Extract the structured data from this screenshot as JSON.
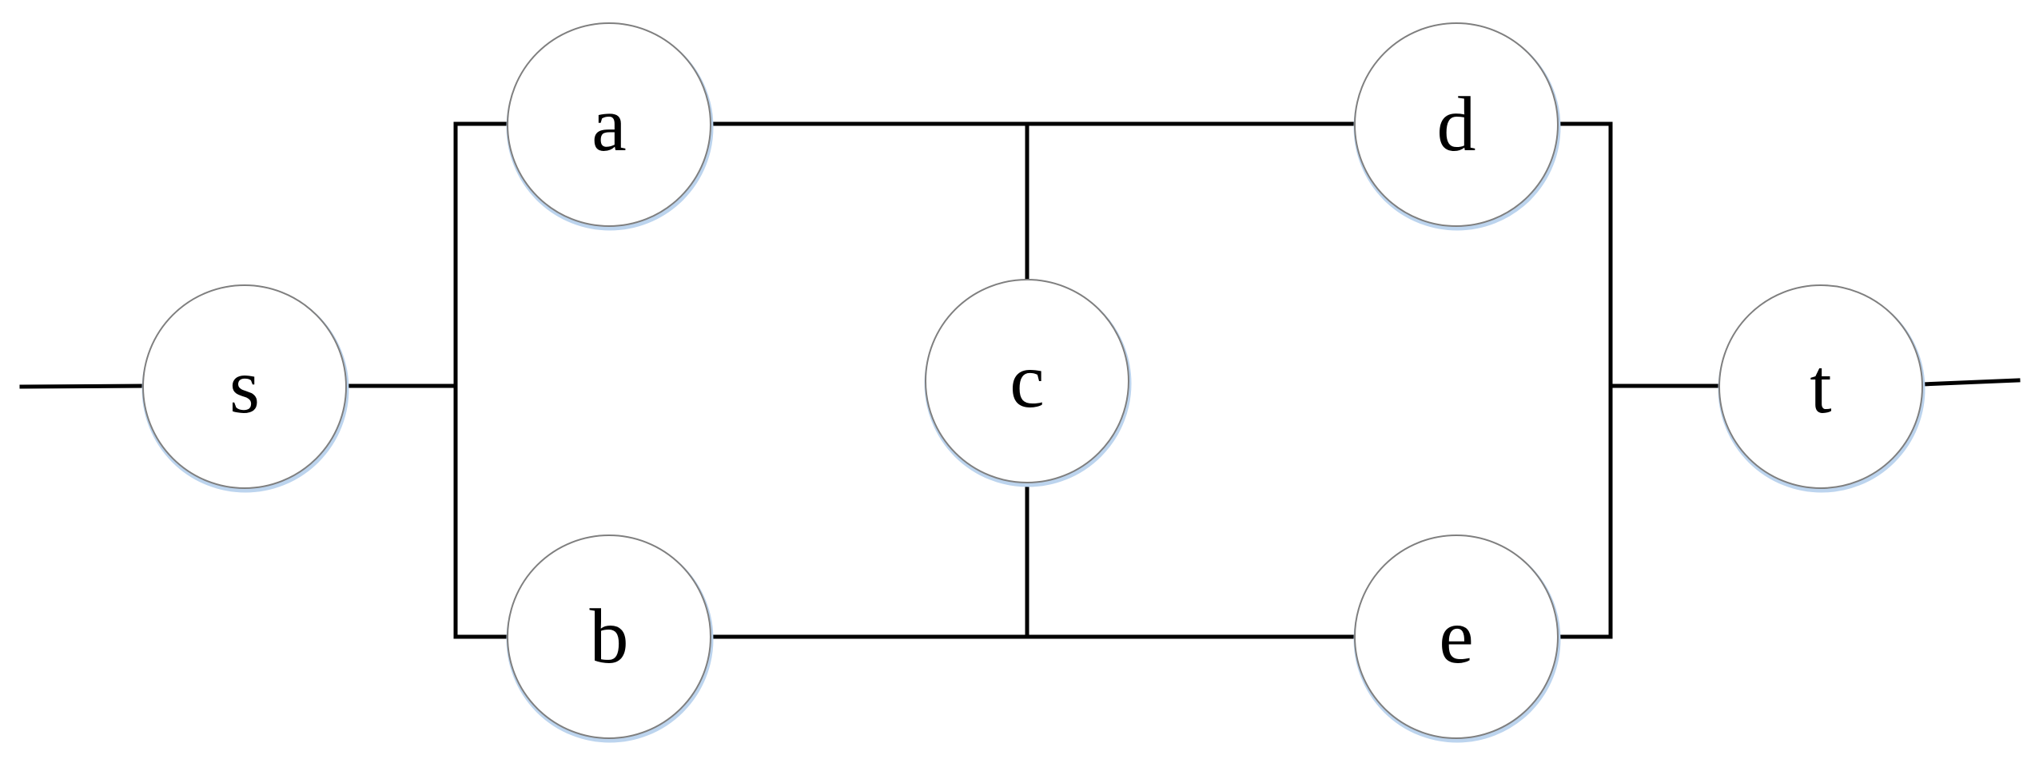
{
  "diagram": {
    "nodes": {
      "s": {
        "label": "s"
      },
      "a": {
        "label": "a"
      },
      "b": {
        "label": "b"
      },
      "c": {
        "label": "c"
      },
      "d": {
        "label": "d"
      },
      "e": {
        "label": "e"
      },
      "t": {
        "label": "t"
      }
    },
    "edges": [
      {
        "from": "input",
        "to": "s"
      },
      {
        "from": "s",
        "to": "a"
      },
      {
        "from": "s",
        "to": "b"
      },
      {
        "from": "a",
        "to": "d"
      },
      {
        "from": "b",
        "to": "e"
      },
      {
        "from": "a",
        "to": "c"
      },
      {
        "from": "b",
        "to": "c"
      },
      {
        "from": "d",
        "to": "t"
      },
      {
        "from": "e",
        "to": "t"
      },
      {
        "from": "t",
        "to": "output"
      }
    ]
  }
}
